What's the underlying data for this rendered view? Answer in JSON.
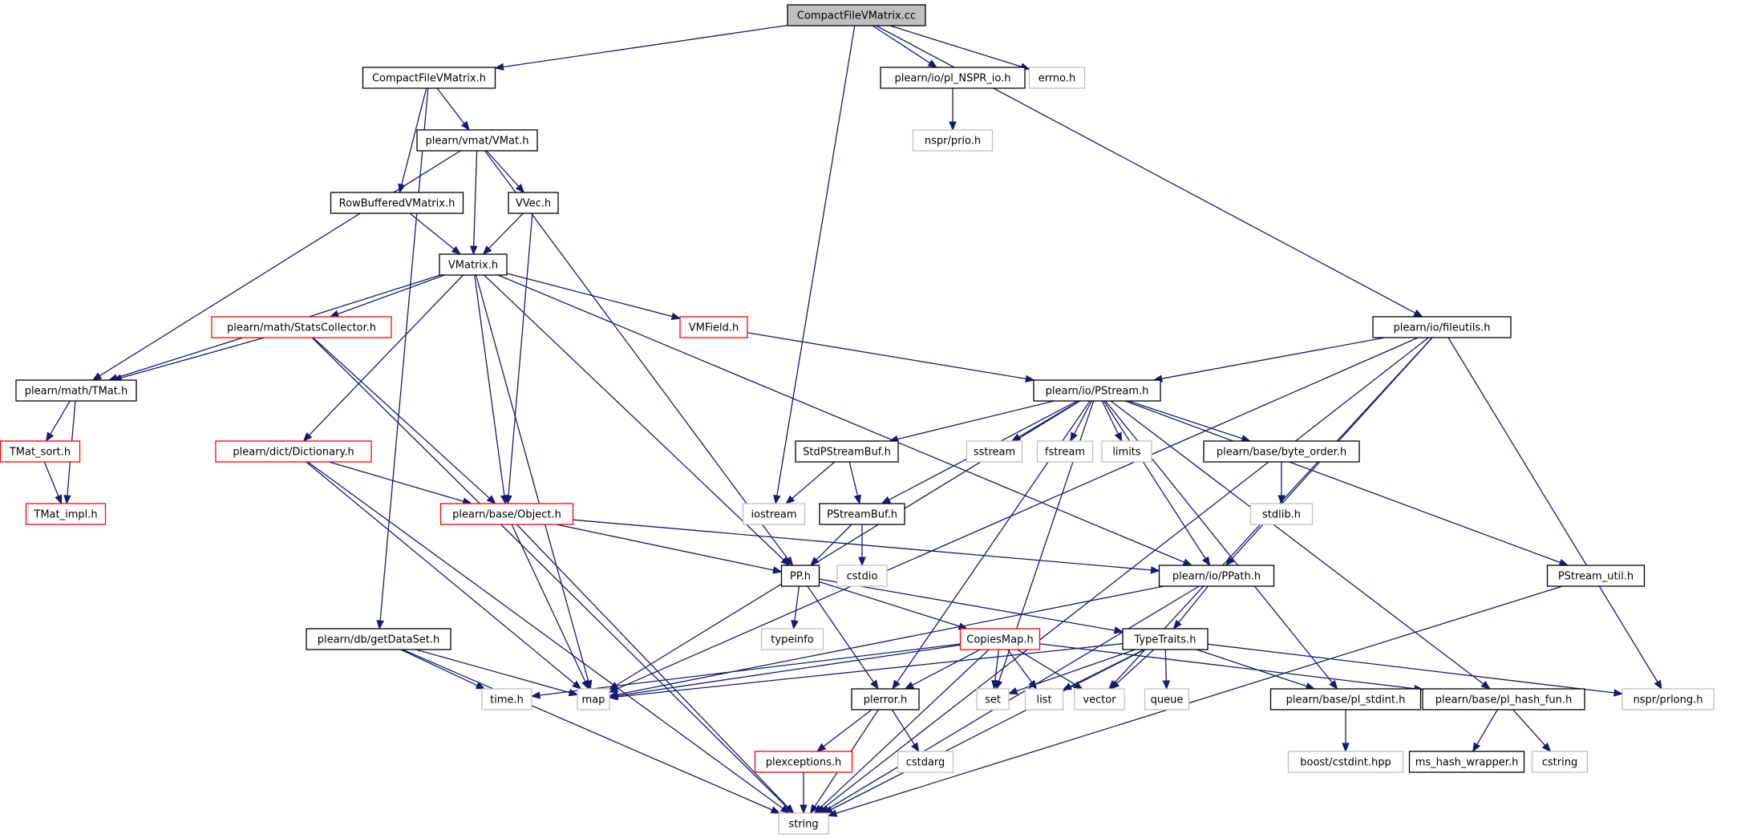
{
  "nodes": [
    {
      "id": "root",
      "label": "CompactFileVMatrix.cc",
      "style": "root"
    },
    {
      "id": "cfvmh",
      "label": "CompactFileVMatrix.h",
      "style": "black"
    },
    {
      "id": "nspr_io",
      "label": "plearn/io/pl_NSPR_io.h",
      "style": "black"
    },
    {
      "id": "errno",
      "label": "errno.h",
      "style": "gray"
    },
    {
      "id": "prio",
      "label": "nspr/prio.h",
      "style": "gray"
    },
    {
      "id": "vmat",
      "label": "plearn/vmat/VMat.h",
      "style": "black"
    },
    {
      "id": "rowbuf",
      "label": "RowBufferedVMatrix.h",
      "style": "black"
    },
    {
      "id": "vvec",
      "label": "VVec.h",
      "style": "black"
    },
    {
      "id": "vmatrix",
      "label": "VMatrix.h",
      "style": "black"
    },
    {
      "id": "stats",
      "label": "plearn/math/StatsCollector.h",
      "style": "red"
    },
    {
      "id": "vmfield",
      "label": "VMField.h",
      "style": "red"
    },
    {
      "id": "fileutils",
      "label": "plearn/io/fileutils.h",
      "style": "black"
    },
    {
      "id": "tmat",
      "label": "plearn/math/TMat.h",
      "style": "black"
    },
    {
      "id": "pstream",
      "label": "plearn/io/PStream.h",
      "style": "black"
    },
    {
      "id": "tmatsort",
      "label": "TMat_sort.h",
      "style": "red"
    },
    {
      "id": "dict",
      "label": "plearn/dict/Dictionary.h",
      "style": "red"
    },
    {
      "id": "stdpsb",
      "label": "StdPStreamBuf.h",
      "style": "black"
    },
    {
      "id": "sstream",
      "label": "sstream",
      "style": "gray"
    },
    {
      "id": "fstream",
      "label": "fstream",
      "style": "gray"
    },
    {
      "id": "limits",
      "label": "limits",
      "style": "gray"
    },
    {
      "id": "byteorder",
      "label": "plearn/base/byte_order.h",
      "style": "black"
    },
    {
      "id": "tmatimpl",
      "label": "TMat_impl.h",
      "style": "red"
    },
    {
      "id": "object",
      "label": "plearn/base/Object.h",
      "style": "red"
    },
    {
      "id": "iostream",
      "label": "iostream",
      "style": "gray"
    },
    {
      "id": "psb",
      "label": "PStreamBuf.h",
      "style": "black"
    },
    {
      "id": "stdlib",
      "label": "stdlib.h",
      "style": "gray"
    },
    {
      "id": "pp",
      "label": "PP.h",
      "style": "black"
    },
    {
      "id": "cstdio",
      "label": "cstdio",
      "style": "gray"
    },
    {
      "id": "ppath",
      "label": "plearn/io/PPath.h",
      "style": "black"
    },
    {
      "id": "psutil",
      "label": "PStream_util.h",
      "style": "black"
    },
    {
      "id": "typeinfo",
      "label": "typeinfo",
      "style": "gray"
    },
    {
      "id": "getds",
      "label": "plearn/db/getDataSet.h",
      "style": "black"
    },
    {
      "id": "copiesmap",
      "label": "CopiesMap.h",
      "style": "red"
    },
    {
      "id": "typetraits",
      "label": "TypeTraits.h",
      "style": "black"
    },
    {
      "id": "time",
      "label": "time.h",
      "style": "gray"
    },
    {
      "id": "map",
      "label": "map",
      "style": "gray"
    },
    {
      "id": "plerror",
      "label": "plerror.h",
      "style": "black"
    },
    {
      "id": "set",
      "label": "set",
      "style": "gray"
    },
    {
      "id": "list",
      "label": "list",
      "style": "gray"
    },
    {
      "id": "vector",
      "label": "vector",
      "style": "gray"
    },
    {
      "id": "queue",
      "label": "queue",
      "style": "gray"
    },
    {
      "id": "stdint",
      "label": "plearn/base/pl_stdint.h",
      "style": "black"
    },
    {
      "id": "hashfun",
      "label": "plearn/base/pl_hash_fun.h",
      "style": "black"
    },
    {
      "id": "prlong",
      "label": "nspr/prlong.h",
      "style": "gray"
    },
    {
      "id": "plexc",
      "label": "plexceptions.h",
      "style": "red"
    },
    {
      "id": "cstdarg",
      "label": "cstdarg",
      "style": "gray"
    },
    {
      "id": "boostint",
      "label": "boost/cstdint.hpp",
      "style": "gray"
    },
    {
      "id": "mshash",
      "label": "ms_hash_wrapper.h",
      "style": "black"
    },
    {
      "id": "cstring",
      "label": "cstring",
      "style": "gray"
    },
    {
      "id": "string",
      "label": "string",
      "style": "gray"
    }
  ],
  "edges": [
    [
      "root",
      "cfvmh"
    ],
    [
      "root",
      "nspr_io"
    ],
    [
      "root",
      "errno"
    ],
    [
      "root",
      "iostream"
    ],
    [
      "root",
      "fileutils"
    ],
    [
      "cfvmh",
      "vmat"
    ],
    [
      "cfvmh",
      "rowbuf"
    ],
    [
      "cfvmh",
      "getds"
    ],
    [
      "nspr_io",
      "prio"
    ],
    [
      "vmat",
      "vvec"
    ],
    [
      "vmat",
      "vmatrix"
    ],
    [
      "vmat",
      "tmat"
    ],
    [
      "vmat",
      "pp"
    ],
    [
      "rowbuf",
      "vmatrix"
    ],
    [
      "vvec",
      "vmatrix"
    ],
    [
      "vvec",
      "object"
    ],
    [
      "vmatrix",
      "stats"
    ],
    [
      "vmatrix",
      "vmfield"
    ],
    [
      "vmatrix",
      "tmat"
    ],
    [
      "vmatrix",
      "dict"
    ],
    [
      "vmatrix",
      "object"
    ],
    [
      "vmatrix",
      "map"
    ],
    [
      "vmatrix",
      "pp"
    ],
    [
      "vmatrix",
      "ppath"
    ],
    [
      "stats",
      "tmat"
    ],
    [
      "stats",
      "object"
    ],
    [
      "stats",
      "string"
    ],
    [
      "vmfield",
      "pstream"
    ],
    [
      "fileutils",
      "pstream"
    ],
    [
      "fileutils",
      "map"
    ],
    [
      "fileutils",
      "ppath"
    ],
    [
      "fileutils",
      "vector"
    ],
    [
      "fileutils",
      "prlong"
    ],
    [
      "fileutils",
      "string"
    ],
    [
      "tmat",
      "tmatsort"
    ],
    [
      "tmat",
      "tmatimpl"
    ],
    [
      "tmatsort",
      "tmatimpl"
    ],
    [
      "dict",
      "object"
    ],
    [
      "dict",
      "map"
    ],
    [
      "dict",
      "string"
    ],
    [
      "pstream",
      "stdpsb"
    ],
    [
      "pstream",
      "psb"
    ],
    [
      "pstream",
      "sstream"
    ],
    [
      "pstream",
      "fstream"
    ],
    [
      "pstream",
      "limits"
    ],
    [
      "pstream",
      "byteorder"
    ],
    [
      "pstream",
      "psutil"
    ],
    [
      "pstream",
      "map"
    ],
    [
      "pstream",
      "set"
    ],
    [
      "pstream",
      "plerror"
    ],
    [
      "pstream",
      "stdint"
    ],
    [
      "pstream",
      "hashfun"
    ],
    [
      "pstream",
      "ppath"
    ],
    [
      "stdpsb",
      "iostream"
    ],
    [
      "stdpsb",
      "psb"
    ],
    [
      "byteorder",
      "stdlib"
    ],
    [
      "object",
      "pp"
    ],
    [
      "object",
      "ppath"
    ],
    [
      "object",
      "map"
    ],
    [
      "object",
      "string"
    ],
    [
      "psb",
      "pp"
    ],
    [
      "psb",
      "cstdio"
    ],
    [
      "pp",
      "typeinfo"
    ],
    [
      "pp",
      "copiesmap"
    ],
    [
      "pp",
      "typetraits"
    ],
    [
      "pp",
      "plerror"
    ],
    [
      "ppath",
      "typetraits"
    ],
    [
      "ppath",
      "map"
    ],
    [
      "ppath",
      "string"
    ],
    [
      "psutil",
      "string"
    ],
    [
      "getds",
      "time"
    ],
    [
      "getds",
      "map"
    ],
    [
      "getds",
      "string"
    ],
    [
      "copiesmap",
      "time"
    ],
    [
      "copiesmap",
      "map"
    ],
    [
      "copiesmap",
      "plerror"
    ],
    [
      "copiesmap",
      "set"
    ],
    [
      "copiesmap",
      "list"
    ],
    [
      "copiesmap",
      "vector"
    ],
    [
      "copiesmap",
      "hashfun"
    ],
    [
      "copiesmap",
      "string"
    ],
    [
      "typetraits",
      "map"
    ],
    [
      "typetraits",
      "set"
    ],
    [
      "typetraits",
      "list"
    ],
    [
      "typetraits",
      "vector"
    ],
    [
      "typetraits",
      "queue"
    ],
    [
      "typetraits",
      "stdint"
    ],
    [
      "typetraits",
      "prlong"
    ],
    [
      "typetraits",
      "string"
    ],
    [
      "plerror",
      "plexc"
    ],
    [
      "plerror",
      "cstdarg"
    ],
    [
      "plerror",
      "string"
    ],
    [
      "stdint",
      "boostint"
    ],
    [
      "hashfun",
      "mshash"
    ],
    [
      "hashfun",
      "cstring"
    ],
    [
      "plexc",
      "string"
    ]
  ],
  "colors": {
    "edge": "#191970",
    "root_fill": "#bfbfbf",
    "box_black": "#000000",
    "box_red": "#ff0000",
    "box_gray": "#bfbfbf",
    "text": "#000000"
  }
}
